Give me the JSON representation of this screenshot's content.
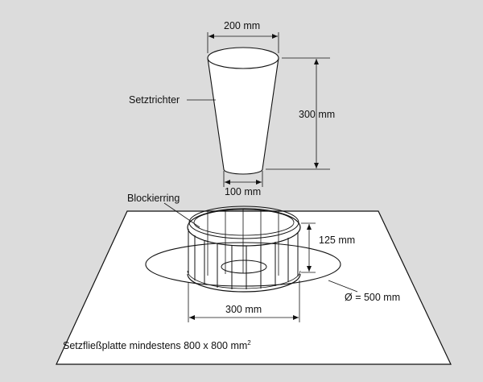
{
  "colors": {
    "background": "#dcdcdc",
    "plate": "#ffffff",
    "ink": "#111111"
  },
  "labels": {
    "cone_top_width": "200 mm",
    "cone_name": "Setztrichter",
    "cone_height": "300 mm",
    "cone_bottom_width": "100 mm",
    "ring_name": "Blockierring",
    "ring_height": "125 mm",
    "circle_diameter": "Ø = 500 mm",
    "ring_width": "300 mm",
    "plate_caption": "Setzfließplatte mindestens 800 x 800 mm",
    "plate_caption_sup": "2"
  }
}
